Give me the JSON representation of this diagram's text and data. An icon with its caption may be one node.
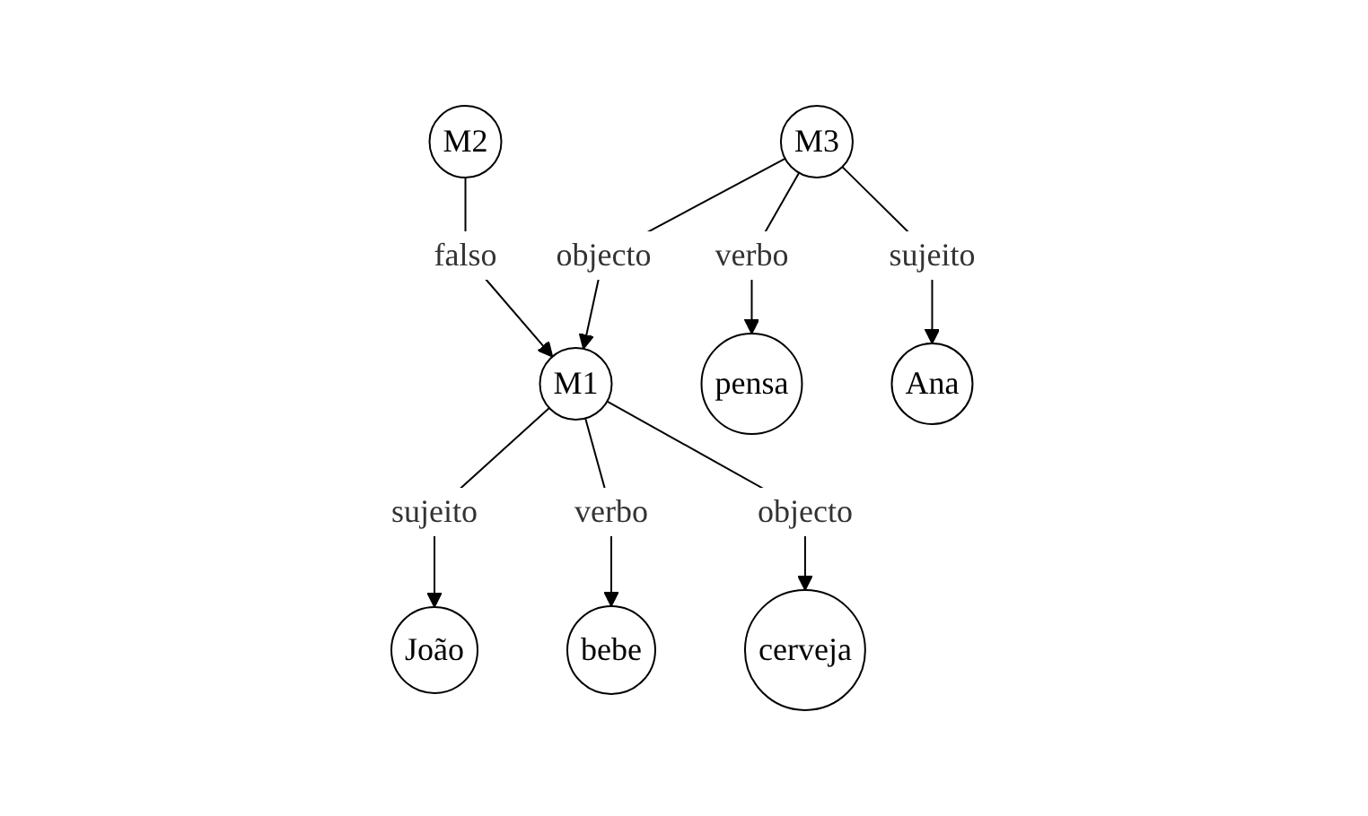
{
  "diagram": {
    "nodes": [
      {
        "text": [
          "M2"
        ]
      },
      {
        "text": [
          "M3"
        ]
      },
      {
        "text": [
          "M1"
        ]
      },
      {
        "text": [
          "pensa"
        ]
      },
      {
        "text": [
          "Ana"
        ]
      },
      {
        "text": [
          "João"
        ]
      },
      {
        "text": [
          "bebe"
        ]
      },
      {
        "text": [
          "cerveja"
        ]
      }
    ],
    "edges": [
      {
        "from": 0,
        "to": 2,
        "arrow": "to",
        "label": "falso"
      },
      {
        "from": 1,
        "to": 2,
        "arrow": "to",
        "label": "objecto"
      },
      {
        "from": 1,
        "to": 3,
        "arrow": "to",
        "label": "verbo"
      },
      {
        "from": 1,
        "to": 4,
        "arrow": "to",
        "label": "sujeito"
      },
      {
        "from": 2,
        "to": 5,
        "arrow": "to",
        "label": "sujeito"
      },
      {
        "from": 2,
        "to": 6,
        "arrow": "to",
        "label": "verbo"
      },
      {
        "from": 2,
        "to": 7,
        "arrow": "to",
        "label": "objecto"
      }
    ]
  }
}
